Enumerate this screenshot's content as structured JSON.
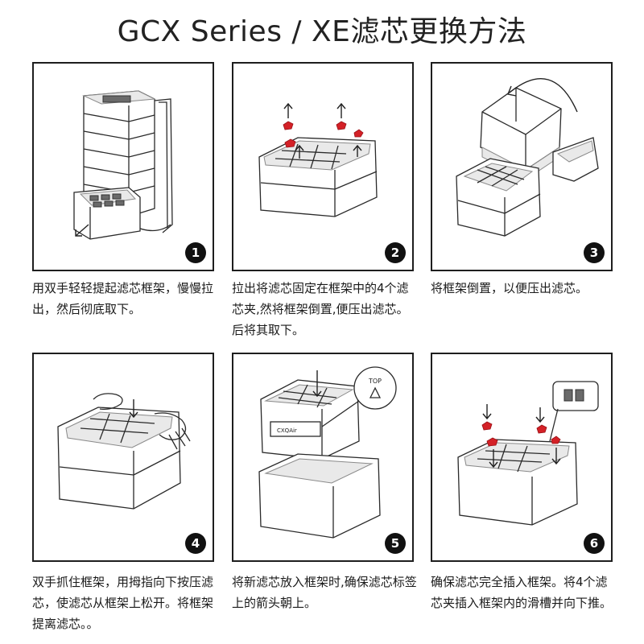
{
  "title": "GCX Series / XE滤芯更换方法",
  "steps": [
    {
      "number": "1",
      "text": "用双手轻轻提起滤芯框架，慢慢拉出，然后彻底取下。"
    },
    {
      "number": "2",
      "text": "拉出将滤芯固定在框架中的4个滤芯夹,然将框架倒置,便压出滤芯。后将其取下。"
    },
    {
      "number": "3",
      "text": "将框架倒置，以便压出滤芯。"
    },
    {
      "number": "4",
      "text": "双手抓住框架，用拇指向下按压滤芯，使滤芯从框架上松开。将框架提离滤芯。。"
    },
    {
      "number": "5",
      "text": "将新滤芯放入框架时,确保滤芯标签上的箭头朝上。"
    },
    {
      "number": "6",
      "text": "确保滤芯完全插入框架。将4个滤芯夹插入框架内的滑槽并向下推。"
    }
  ],
  "labels": {
    "top_label": "TOP",
    "brand_label": "CXQAir"
  },
  "colors": {
    "border": "#1e1e1e",
    "badge": "#111111",
    "clip": "#d42127"
  }
}
